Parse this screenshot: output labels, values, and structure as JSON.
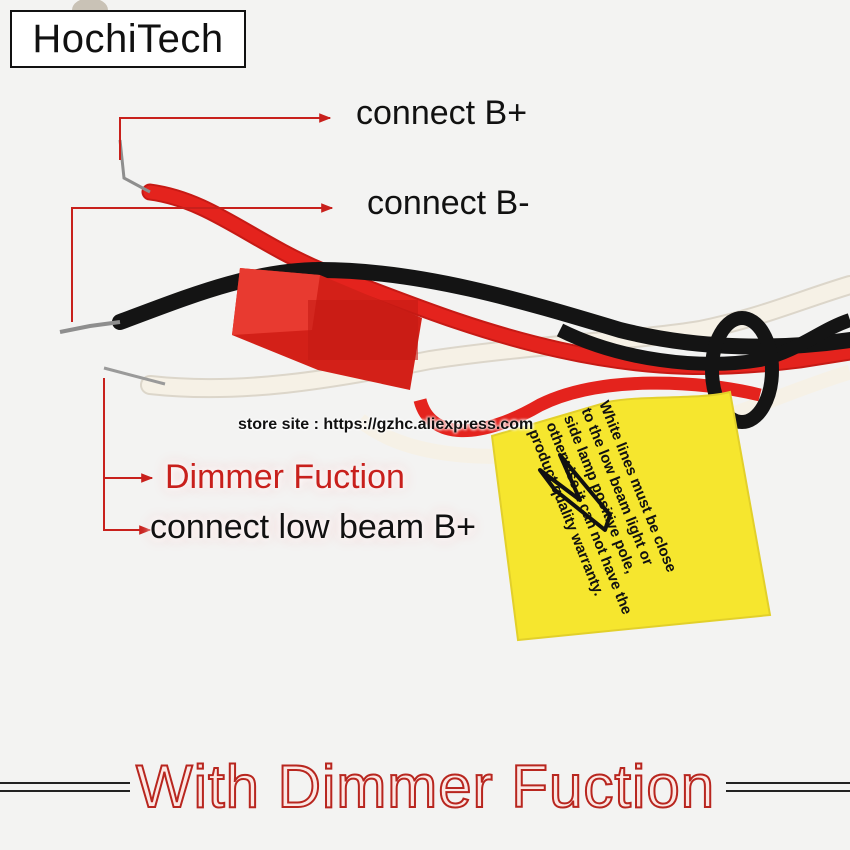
{
  "brand": {
    "name": "HochiTech"
  },
  "labels": {
    "connect_b_plus": "connect B+",
    "connect_b_minus": "connect B-",
    "dimmer": "Dimmer Fuction",
    "low_beam": "connect low beam B+"
  },
  "store_site": "store site : https://gzhc.aliexpress.com",
  "warning_label": {
    "lines": [
      "White lines must be close",
      "to the low beam light or",
      "side lamp positive pole,",
      "otherwise it can not have the",
      "product quality warranty."
    ]
  },
  "footer": {
    "title": "With Dimmer Fuction"
  },
  "colors": {
    "arrow_red": "#c8201c",
    "wire_red": "#e4231d",
    "wire_black": "#141414",
    "wire_white": "#f4efe4",
    "label_yellow": "#f6e62e"
  }
}
